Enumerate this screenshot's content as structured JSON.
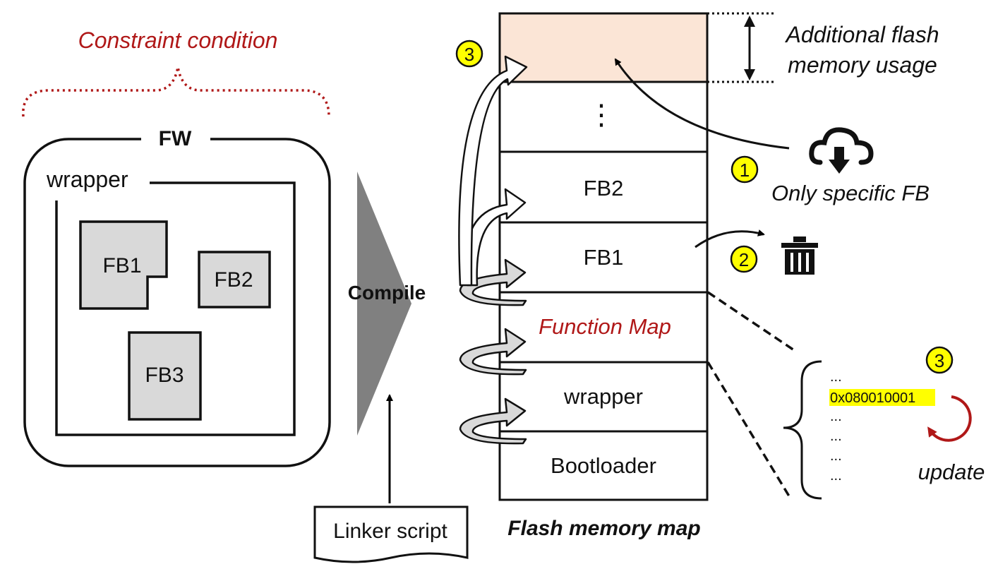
{
  "firmware": {
    "constraint_label": "Constraint condition",
    "fw_label": "FW",
    "wrapper_label": "wrapper",
    "blocks": [
      "FB1",
      "FB2",
      "FB3"
    ]
  },
  "compile_label": "Compile",
  "linker_script_label": "Linker script",
  "memory_map": {
    "caption": "Flash memory map",
    "ellipsis": "⋮",
    "rows": [
      "FB2",
      "FB1",
      "Function Map",
      "wrapper",
      "Bootloader"
    ]
  },
  "annotations": {
    "additional_usage_line1": "Additional flash",
    "additional_usage_line2": "memory usage",
    "only_specific_fb": "Only specific FB",
    "update_label": "update",
    "step_badges": [
      "3",
      "1",
      "2",
      "3"
    ]
  },
  "function_map_detail": {
    "lines": [
      "...",
      "0x080010001",
      "...",
      "...",
      "...",
      "..."
    ],
    "highlighted_index": 1
  },
  "colors": {
    "constraint": "#b01818",
    "additional_area": "#fbe5d6",
    "block_fill": "#d9d9d9",
    "compile_triangle": "#808080",
    "badge": "#ffff00",
    "highlight": "#ffff00",
    "update_arrow": "#b01818"
  },
  "icons": [
    "cloud-download-icon",
    "trash-icon"
  ]
}
